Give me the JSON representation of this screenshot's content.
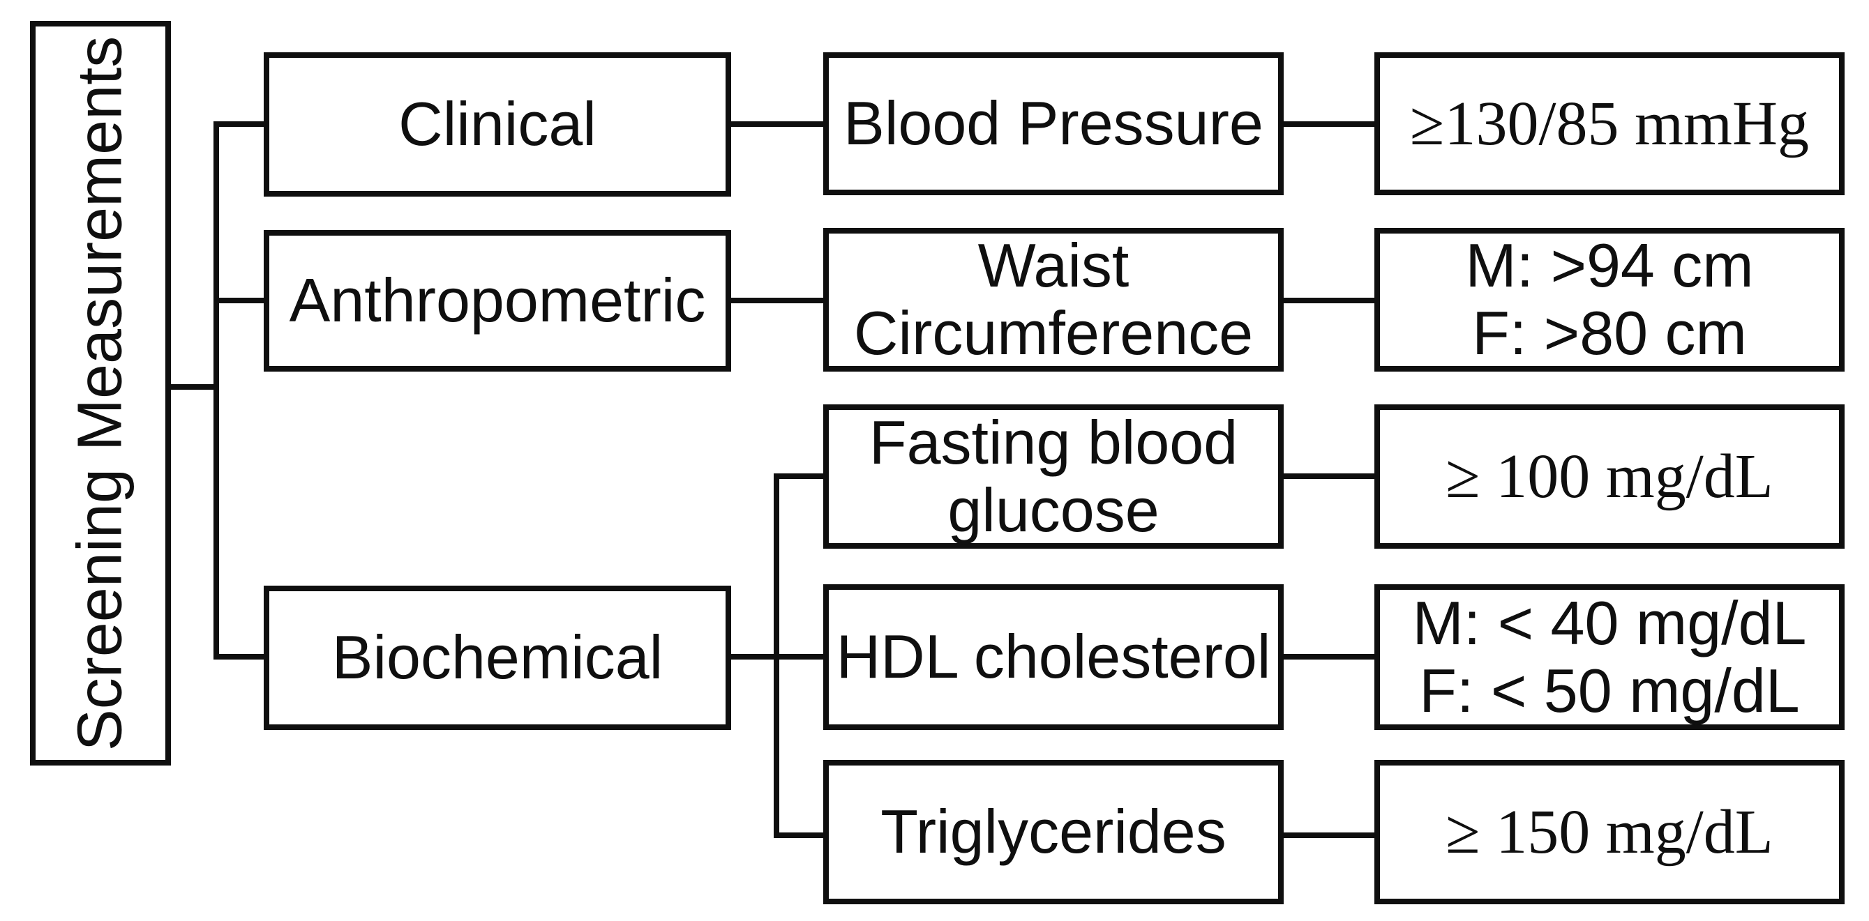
{
  "tree": {
    "root": "Screening Measurements",
    "branches": [
      {
        "category": "Clinical",
        "children": [
          {
            "measurement_lines": [
              "Blood Pressure"
            ],
            "criteria_lines": [
              "≥130/85 mmHg"
            ]
          }
        ]
      },
      {
        "category": "Anthropometric",
        "children": [
          {
            "measurement_lines": [
              "Waist",
              "Circumference"
            ],
            "criteria_lines": [
              "M: >94 cm",
              "F: >80 cm"
            ]
          }
        ]
      },
      {
        "category": "Biochemical",
        "children": [
          {
            "measurement_lines": [
              "Fasting blood",
              "glucose"
            ],
            "criteria_lines": [
              "≥ 100 mg/dL"
            ]
          },
          {
            "measurement_lines": [
              "HDL cholesterol"
            ],
            "criteria_lines": [
              "M: < 40 mg/dL",
              "F: < 50 mg/dL"
            ]
          },
          {
            "measurement_lines": [
              "Triglycerides"
            ],
            "criteria_lines": [
              "≥ 150 mg/dL"
            ]
          }
        ]
      }
    ]
  },
  "colors": {
    "ink": "#0f0f0f",
    "background": "#ffffff"
  }
}
